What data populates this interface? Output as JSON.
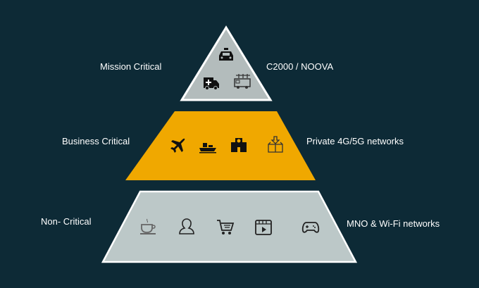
{
  "tiers": [
    {
      "left_label": "Mission Critical",
      "right_label": "C2000 / NOOVA",
      "icons": [
        "police-car-icon",
        "ambulance-icon",
        "fire-truck-icon"
      ]
    },
    {
      "left_label": "Business Critical",
      "right_label": "Private 4G/5G networks",
      "icons": [
        "airplane-icon",
        "ship-icon",
        "hospital-icon",
        "package-icon"
      ]
    },
    {
      "left_label": "Non- Critical",
      "right_label": "MNO & Wi-Fi networks",
      "icons": [
        "coffee-cup-icon",
        "user-icon",
        "shopping-cart-icon",
        "video-icon",
        "gamepad-icon"
      ]
    }
  ],
  "colors": {
    "background": "#0d2a36",
    "mission": "#b3bcbc",
    "business": "#f0a800",
    "non_critical": "#bcc8c8"
  }
}
